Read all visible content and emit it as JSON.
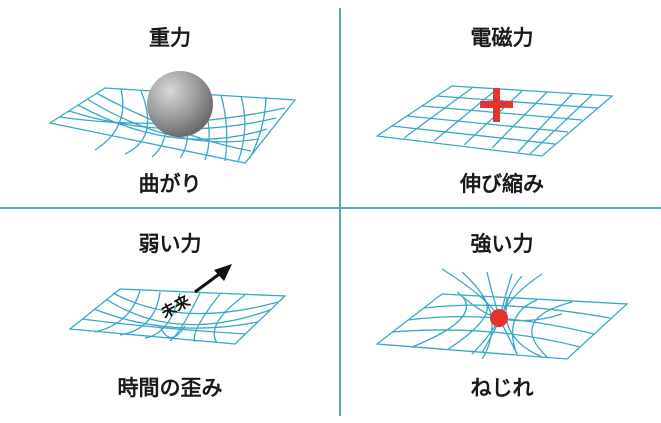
{
  "panels": [
    {
      "title": "重力",
      "caption": "曲がり"
    },
    {
      "title": "電磁力",
      "caption": "伸び縮み"
    },
    {
      "title": "弱い力",
      "caption": "時間の歪み",
      "arrow_label": "未来"
    },
    {
      "title": "強い力",
      "caption": "ねじれ"
    }
  ],
  "colors": {
    "grid": "#3aa7c9",
    "divider": "#4fa8c6",
    "accent_red": "#e3342f",
    "sphere": "#9a9a9a"
  }
}
